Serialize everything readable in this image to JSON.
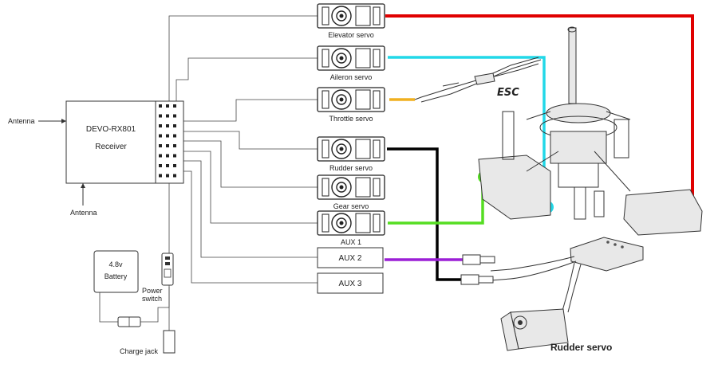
{
  "receiver": {
    "model": "DEVO-RX801",
    "subtitle": "Receiver"
  },
  "antenna_left": "Antenna",
  "antenna_bottom": "Antenna",
  "servos": [
    {
      "label": "Elevator servo"
    },
    {
      "label": "Aileron servo"
    },
    {
      "label": "Throttle servo"
    },
    {
      "label": "Rudder servo"
    },
    {
      "label": "Gear servo"
    },
    {
      "label": "AUX 1"
    }
  ],
  "aux_boxes": [
    {
      "label": "AUX 2"
    },
    {
      "label": "AUX 3"
    }
  ],
  "battery": {
    "voltage": "4.8v",
    "label": "Battery"
  },
  "power_switch": {
    "line1": "Power",
    "line2": "switch"
  },
  "charge_jack": "Charge jack",
  "esc_label": "ESC",
  "rudder_servo_label": "Rudder servo",
  "colors": {
    "elevator_wire": "#e00000",
    "aileron_wire": "#22d8e8",
    "throttle_wire": "#f0b020",
    "rudder_wire": "#000000",
    "aux1_wire": "#55dd22",
    "aux2_wire": "#9b1fd6"
  }
}
